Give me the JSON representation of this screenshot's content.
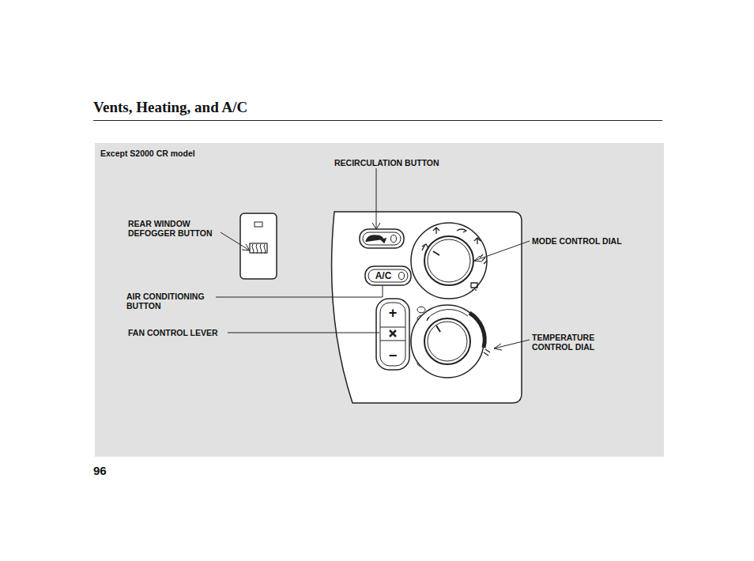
{
  "diagram": {
    "title": "Vents, Heating, and A/C",
    "labels": [
      "Except S2000 CR model",
      "RECIRCULATION BUTTON",
      "REAR WINDOW DEFOGGER BUTTON",
      "AIR CONDITIONING BUTTON",
      "FAN CONTROL LEVER",
      "MODE CONTROL DIAL",
      "TEMPERATURE CONTROL DIAL",
      "A/C",
      "+",
      "−",
      "96"
    ]
  }
}
